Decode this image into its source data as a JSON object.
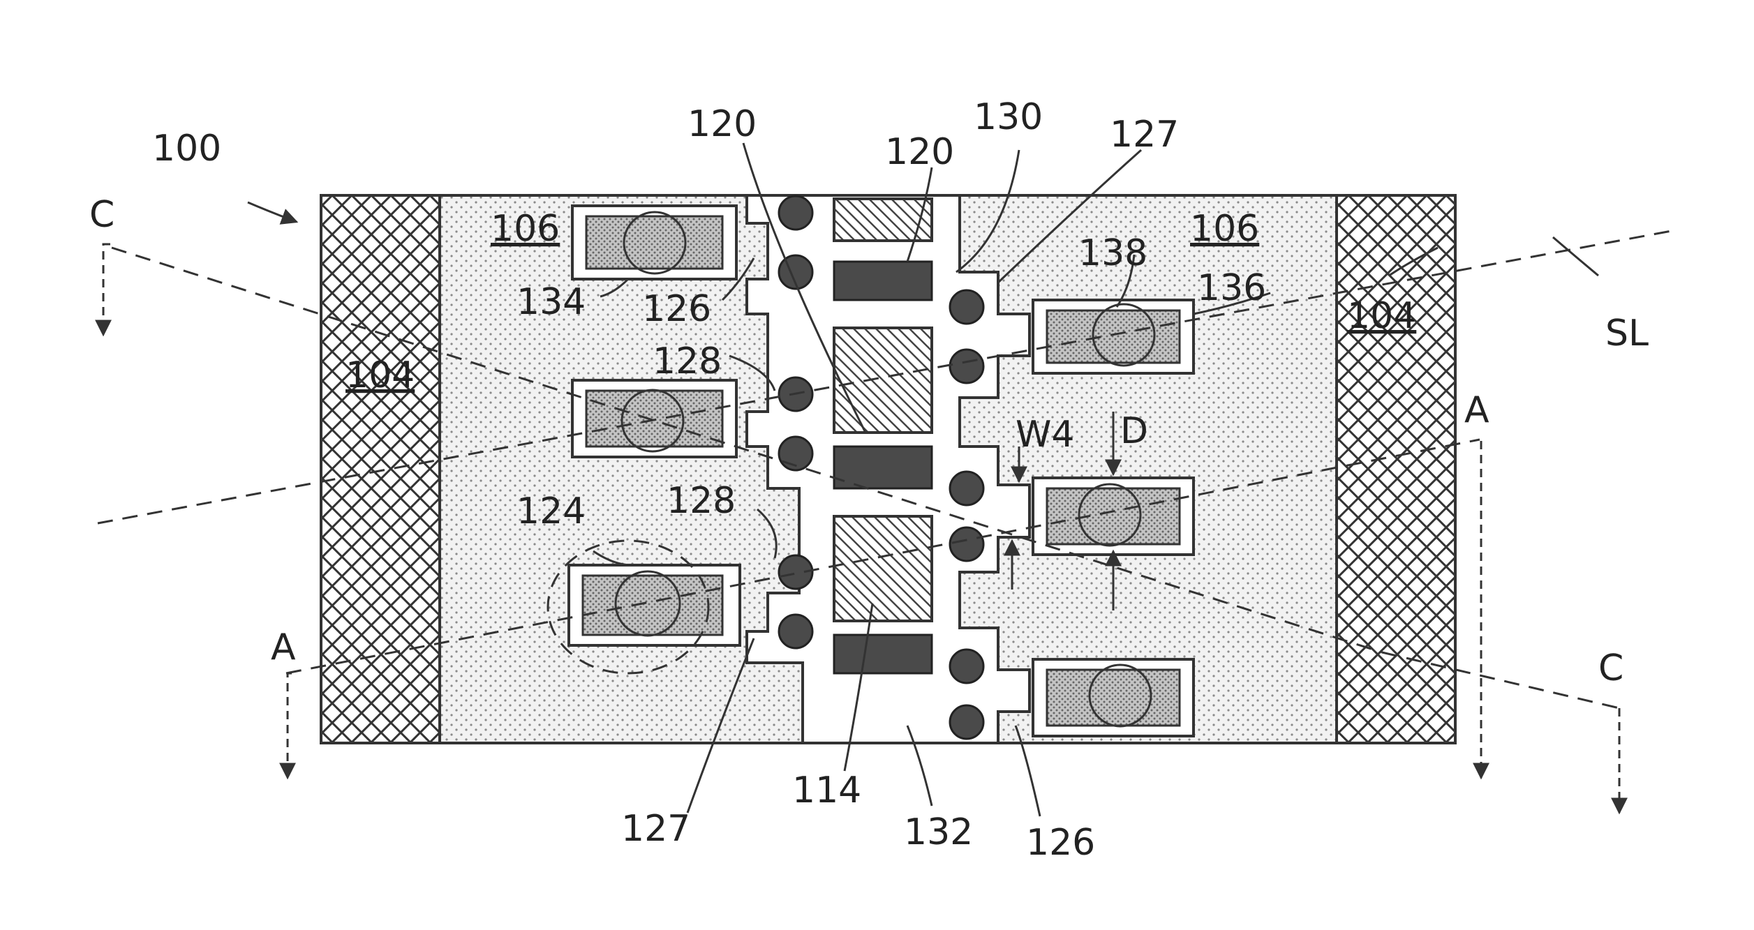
{
  "figure": {
    "labels": {
      "device": "100",
      "substrate_left": "104",
      "substrate_right": "104",
      "region_left": "106",
      "region_right": "106",
      "fin_top": "120",
      "fin_mid": "120",
      "gate": "130",
      "spacer_top": "127",
      "spacer_bottom": "127",
      "recess_top": "126",
      "recess_bottom": "126",
      "via_upper": "128",
      "via_lower": "128",
      "contact_circle": "124",
      "contact_134": "134",
      "contact_138": "138",
      "contact_136": "136",
      "isolation": "114",
      "channel": "132",
      "width": "W4",
      "depth": "D",
      "scribe_line": "SL",
      "section_a_left": "A",
      "section_a_right": "A",
      "section_c_left": "C",
      "section_c_right": "C"
    },
    "colors": {
      "line": "#333333",
      "pad_fill": "#b8b8b8",
      "dark_fill": "#4a4a4a"
    }
  }
}
